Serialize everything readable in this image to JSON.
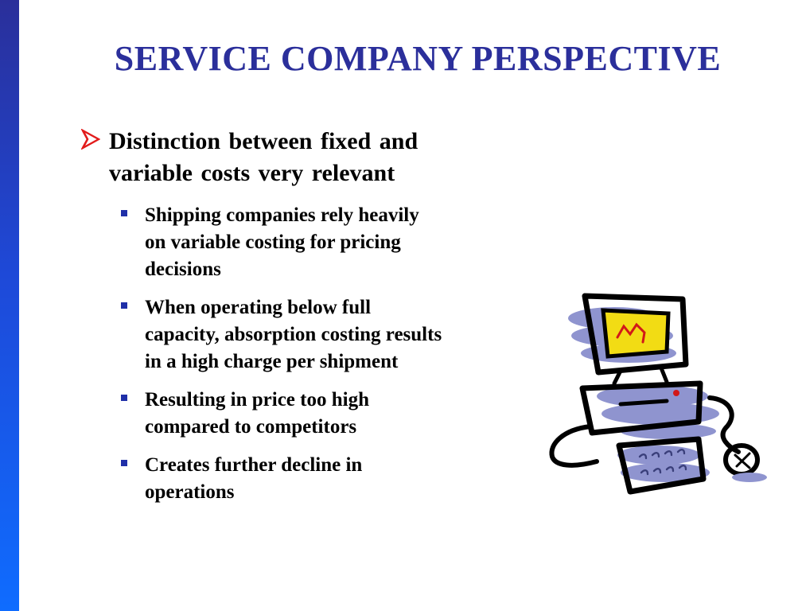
{
  "title": "SERVICE COMPANY PERSPECTIVE",
  "main_bullet": {
    "icon": "arrow-bullet-icon",
    "lines": [
      "Distinction between fixed and",
      "variable costs very relevant"
    ]
  },
  "sub_bullets": [
    {
      "icon": "square-bullet-icon",
      "lines": [
        "Shipping companies rely heavily",
        "on variable costing for pricing",
        "decisions"
      ]
    },
    {
      "icon": "square-bullet-icon",
      "lines": [
        "When operating below full",
        "capacity, absorption costing results",
        "in a high charge per shipment"
      ]
    },
    {
      "icon": "square-bullet-icon",
      "lines": [
        "Resulting in price too high",
        "compared to competitors"
      ]
    },
    {
      "icon": "square-bullet-icon",
      "lines": [
        "Creates further decline in",
        "operations"
      ]
    }
  ],
  "colors": {
    "title": "#2b2f9b",
    "bar_top": "#2a2f9a",
    "bar_bottom": "#0f6cff",
    "arrow": "#e21b1b",
    "sub_bullet": "#1f2fa8",
    "clipart_fill": "#8f94cf",
    "clipart_screen": "#f2dc14"
  },
  "clipart": "computer-clipart"
}
